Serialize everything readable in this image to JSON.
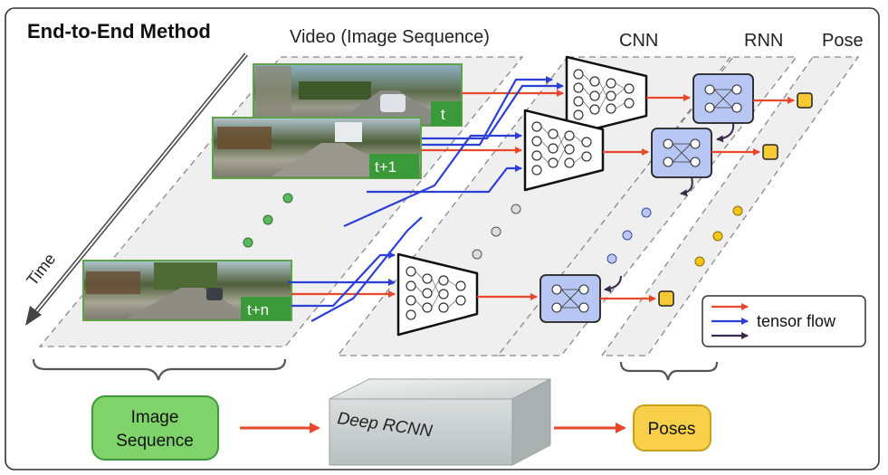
{
  "title": "End-to-End Method",
  "time_label": "Time",
  "column_headers": {
    "video": "Video (Image Sequence)",
    "cnn": "CNN",
    "rnn": "RNN",
    "pose": "Pose"
  },
  "frames": [
    {
      "label": "t"
    },
    {
      "label": "t+1"
    },
    {
      "label": "t+n"
    }
  ],
  "legend": {
    "entries": [
      {
        "color": "#e8472a",
        "label": ""
      },
      {
        "color": "#2b3fd6",
        "label": "tensor flow"
      },
      {
        "color": "#3a2a4a",
        "label": ""
      }
    ]
  },
  "pipeline": {
    "input": "Image Sequence",
    "model": "Deep RCNN",
    "output": "Poses"
  },
  "colors": {
    "red_arrow": "#e8472a",
    "blue_arrow": "#2b3fd6",
    "dark_arrow": "#3a2a4a",
    "green_dot": "#5cb85c",
    "gray_dot": "#d8d8d8",
    "blue_dot": "#b9c7f2",
    "yellow_dot": "#f5c518",
    "rnn_fill": "#b7c6f3",
    "pose_fill": "#f6c833",
    "input_fill": "#7fd36a",
    "output_fill": "#f7cf4a"
  }
}
